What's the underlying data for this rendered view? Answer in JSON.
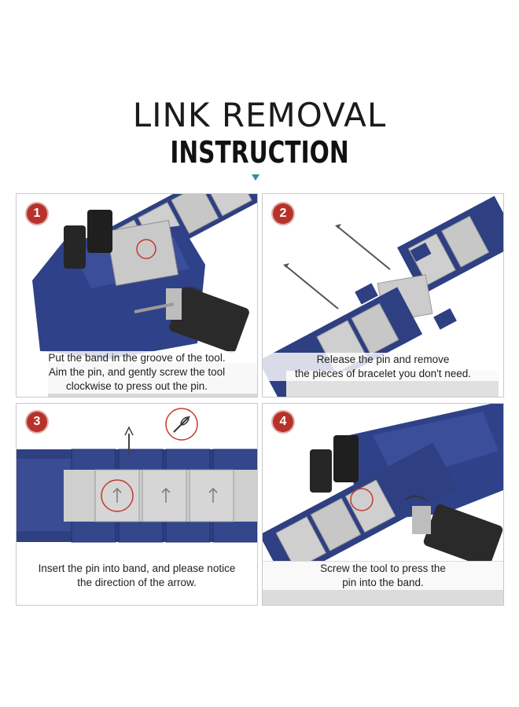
{
  "header": {
    "title": "LINK REMOVAL",
    "subtitle": "INSTRUCTION"
  },
  "colors": {
    "band_blue": "#2e3f82",
    "steel": "#c4c4c4",
    "badge_red": "#b8322c",
    "accent_teal": "#2f8fa3"
  },
  "steps": [
    {
      "number": "1",
      "caption_lines": [
        "Put the band in the groove of the tool.",
        "Aim the pin, and gently screw the tool",
        "clockwise to press out the pin."
      ]
    },
    {
      "number": "2",
      "caption_lines": [
        "Release the pin and remove",
        "the pieces of bracelet you don't need."
      ]
    },
    {
      "number": "3",
      "caption_lines": [
        "Insert the pin into band, and please notice",
        "the direction of the arrow."
      ]
    },
    {
      "number": "4",
      "caption_lines": [
        "Screw the tool to press the",
        "pin into the band."
      ]
    }
  ]
}
